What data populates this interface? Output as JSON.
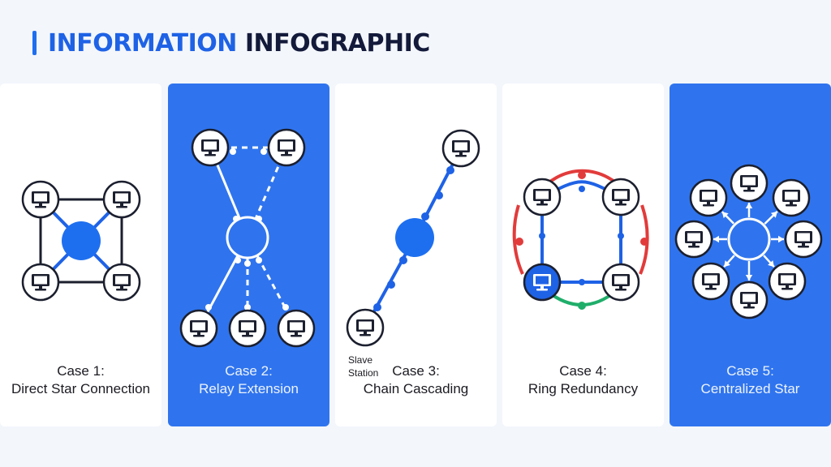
{
  "title": {
    "part1": "INFORMATION",
    "part2": "INFOGRAPHIC"
  },
  "colors": {
    "accent": "#1e62e6",
    "panel_blue": "#2f74ee",
    "dark_text": "#131a3a",
    "ring_red": "#e23b3b",
    "ring_green": "#1fae6a"
  },
  "panels": [
    {
      "case": "Case 1:",
      "name": "Direct Star Connection",
      "theme": "white"
    },
    {
      "case": "Case 2:",
      "name": "Relay Extension",
      "theme": "blue"
    },
    {
      "case": "Case 3:",
      "name": "Chain Cascading",
      "theme": "white",
      "node_label_1": "Slave",
      "node_label_2": "Station"
    },
    {
      "case": "Case 4:",
      "name": "Ring Redundancy",
      "theme": "white"
    },
    {
      "case": "Case 5:",
      "name": "Centralized Star",
      "theme": "blue"
    }
  ],
  "node_icon": "monitor-icon"
}
